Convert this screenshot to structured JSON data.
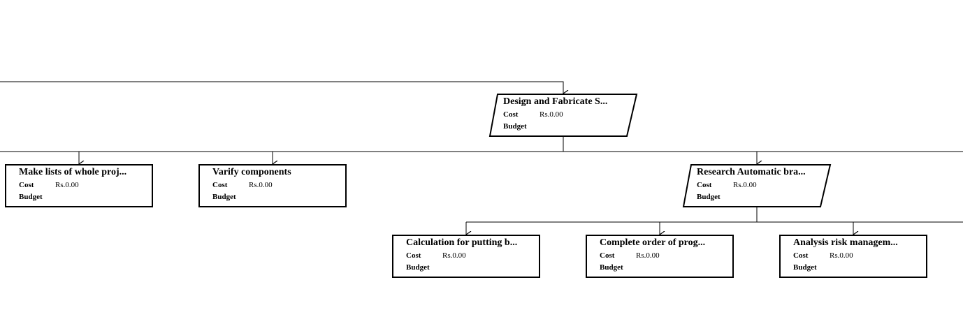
{
  "labels": {
    "cost": "Cost",
    "budget": "Budget"
  },
  "nodes": [
    {
      "id": "design",
      "title": "Design and Fabricate S...",
      "cost": "Rs.0.00",
      "budget": "",
      "shape": "parallelogram"
    },
    {
      "id": "make-lists",
      "title": "Make lists of whole proj...",
      "cost": "Rs.0.00",
      "budget": "",
      "shape": "rectangle"
    },
    {
      "id": "varify",
      "title": "Varify components",
      "cost": "Rs.0.00",
      "budget": "",
      "shape": "rectangle"
    },
    {
      "id": "research",
      "title": "Research Automatic bra...",
      "cost": "Rs.0.00",
      "budget": "",
      "shape": "parallelogram"
    },
    {
      "id": "calculation",
      "title": "Calculation for putting b...",
      "cost": "Rs.0.00",
      "budget": "",
      "shape": "rectangle"
    },
    {
      "id": "complete-order",
      "title": "Complete order of prog...",
      "cost": "Rs.0.00",
      "budget": "",
      "shape": "rectangle"
    },
    {
      "id": "analysis",
      "title": "Analysis risk managem...",
      "cost": "Rs.0.00",
      "budget": "",
      "shape": "rectangle"
    }
  ],
  "edges": [
    {
      "from": "",
      "to": "design"
    },
    {
      "from": "design",
      "to": "make-lists"
    },
    {
      "from": "design",
      "to": "varify"
    },
    {
      "from": "design",
      "to": "research"
    },
    {
      "from": "research",
      "to": "calculation"
    },
    {
      "from": "research",
      "to": "complete-order"
    },
    {
      "from": "research",
      "to": "analysis"
    }
  ]
}
